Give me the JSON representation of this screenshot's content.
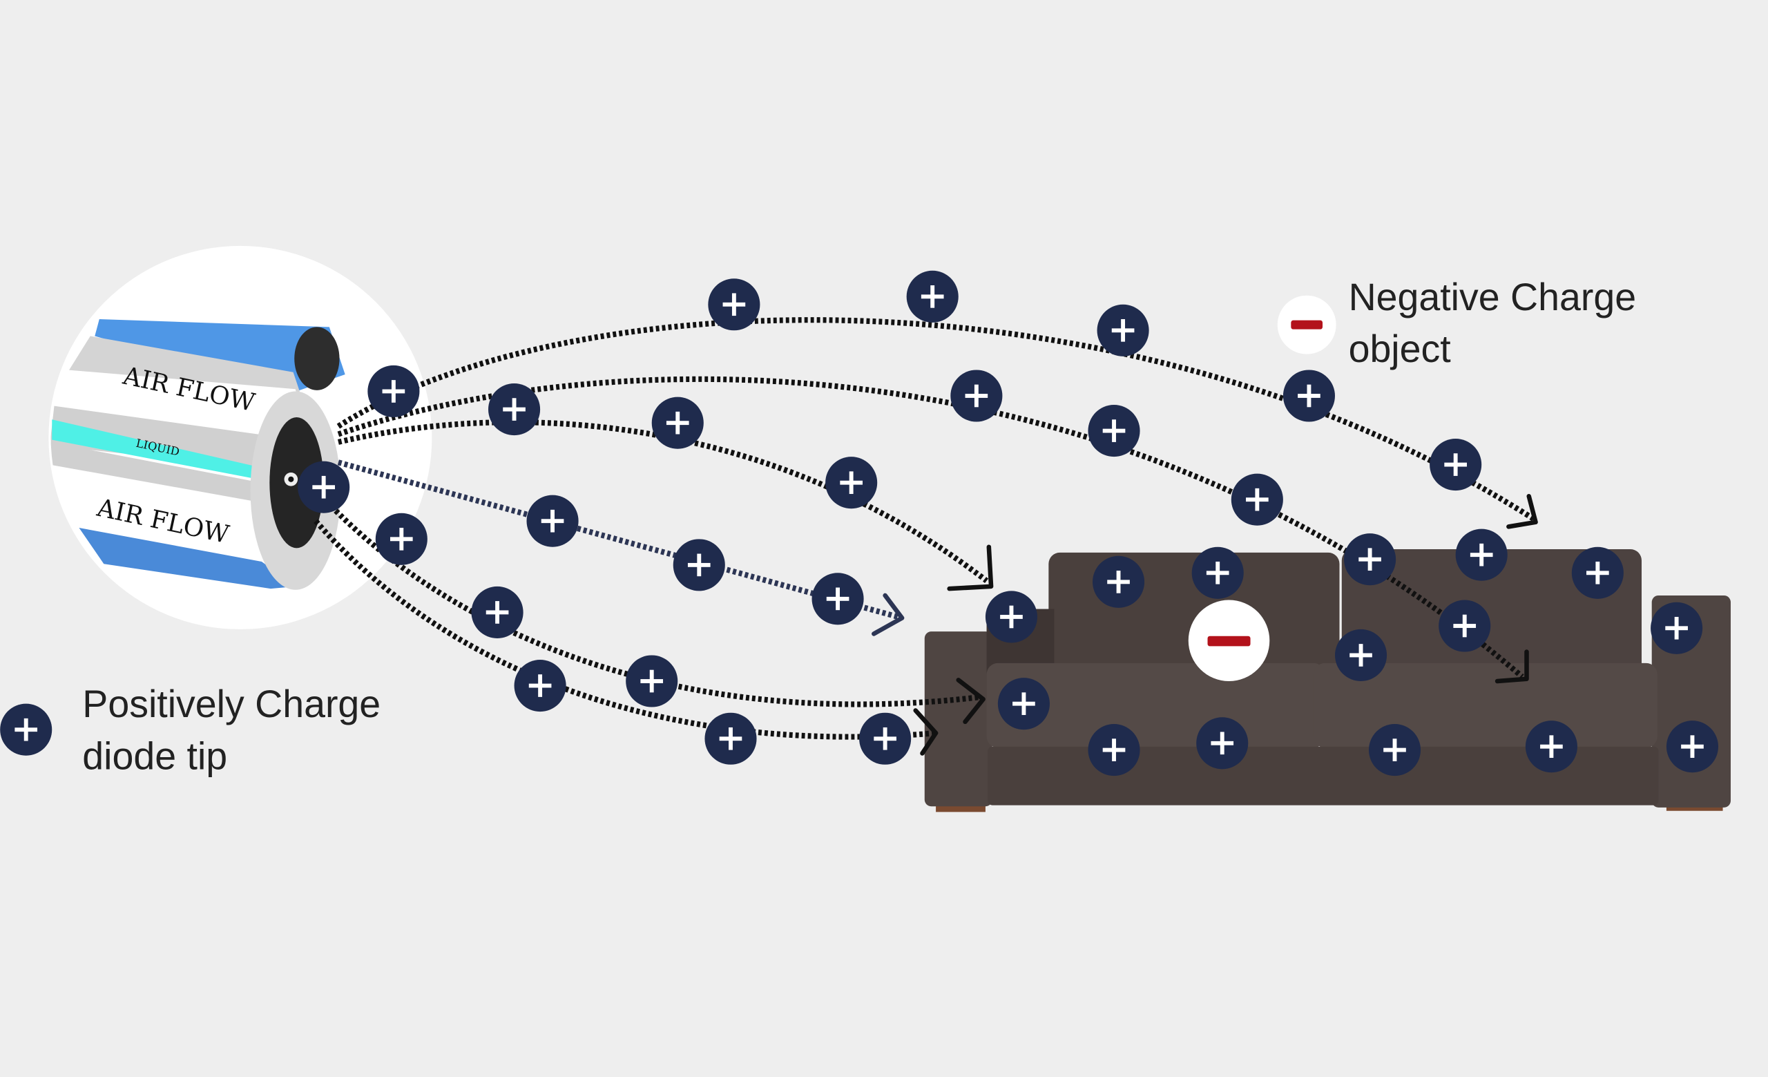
{
  "nozzle": {
    "upper_label": "AIR FLOW",
    "liquid_label": "LIQUID",
    "lower_label": "AIR FLOW"
  },
  "legend": {
    "negative_line1": "Negative Charge",
    "negative_line2": "object",
    "positive_line1": "Positively Charge",
    "positive_line2": "diode tip"
  },
  "colors": {
    "background": "#eeeeee",
    "charge_fill": "#1f2b4d",
    "negative_mark": "#b3121b",
    "sofa": "#4a403d",
    "tube_blue": "#4f97e6",
    "liquid": "#4ff0e6"
  }
}
